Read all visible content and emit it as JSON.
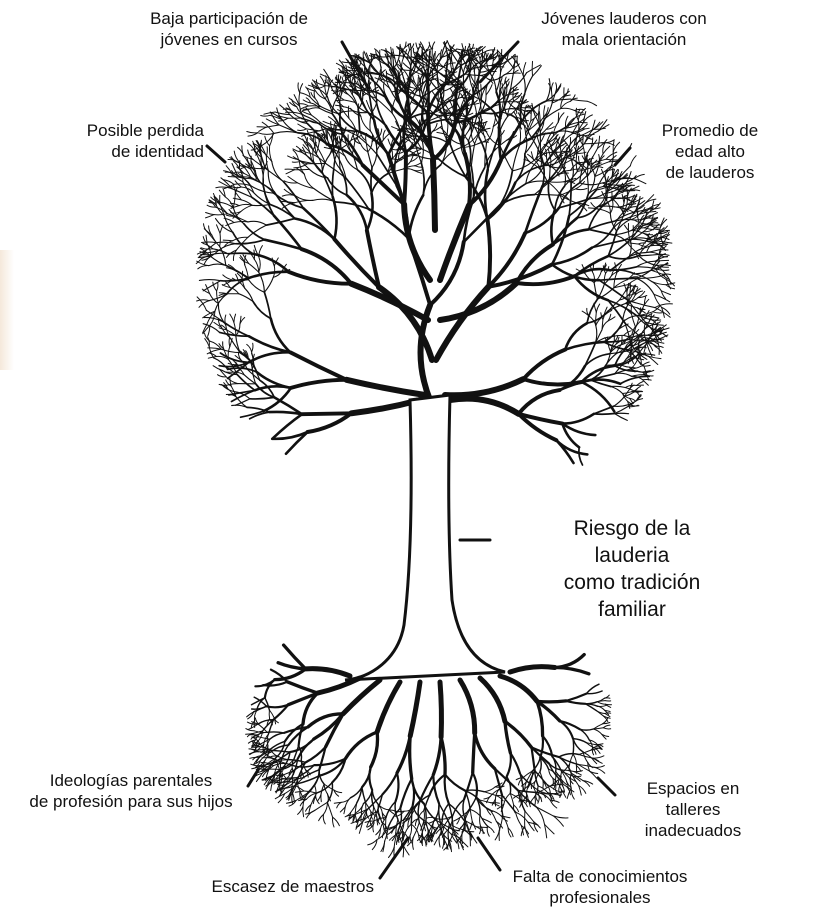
{
  "diagram": {
    "trunk_label": "Riesgo de la lauderia\ncomo tradición familiar",
    "branch_labels": [
      "Baja participación de\njóvenes en cursos",
      "Jóvenes lauderos con\nmala orientación",
      "Posible perdida\nde identidad",
      "Promedio de edad alto\nde lauderos"
    ],
    "root_labels": [
      "Ideologías parentales\nde profesión para sus hijos",
      "Espacios en talleres\ninadecuados",
      "Escasez de maestros",
      "Falta de conocimientos\nprofesionales"
    ],
    "colors": {
      "ink": "#111111",
      "background": "#ffffff"
    }
  }
}
